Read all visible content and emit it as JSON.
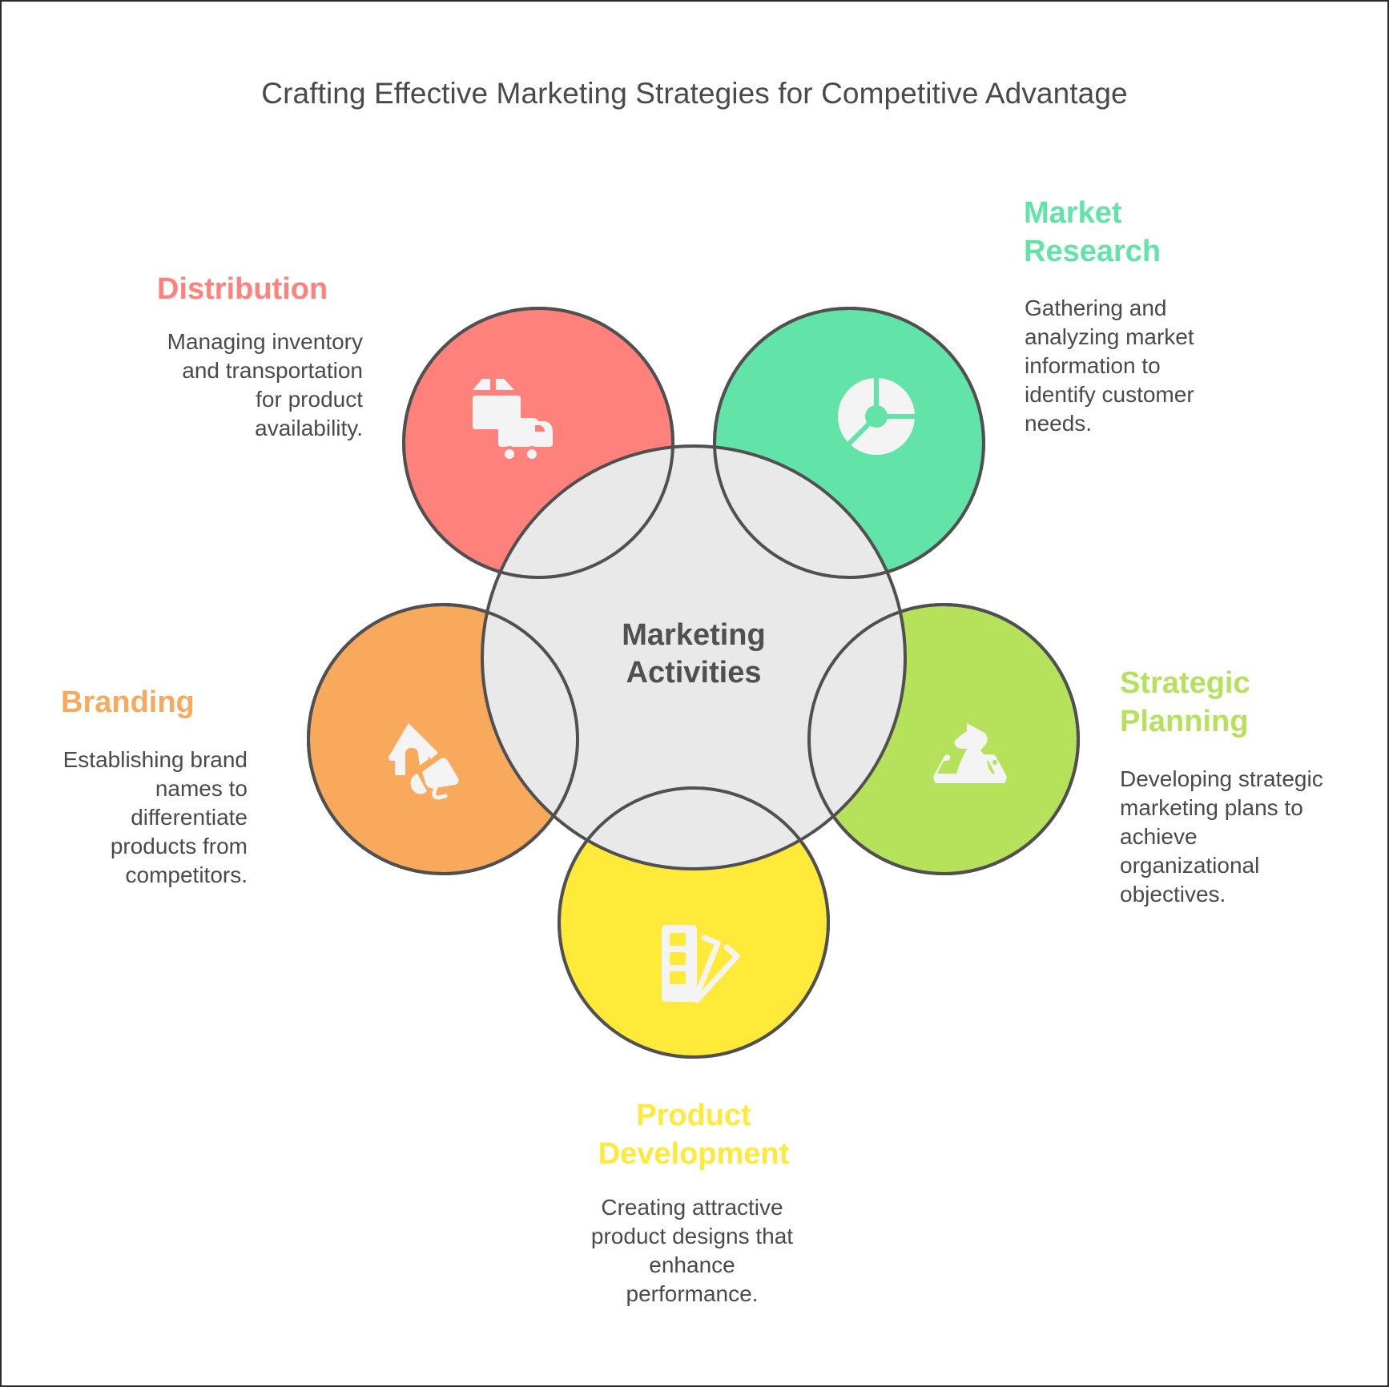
{
  "title": "Crafting Effective Marketing Strategies for Competitive Advantage",
  "center": {
    "label_lines": [
      "Marketing",
      "Activities"
    ],
    "fill": "#e9e9e9"
  },
  "items": [
    {
      "id": "distribution",
      "heading_lines": [
        "Distribution"
      ],
      "description_lines": [
        "Managing inventory",
        "and transportation",
        "for product",
        "availability."
      ],
      "color": "#ff817c",
      "icon": "box-truck-icon"
    },
    {
      "id": "market-research",
      "heading_lines": [
        "Market",
        "Research"
      ],
      "description_lines": [
        "Gathering and",
        "analyzing market",
        "information to",
        "identify customer",
        "needs."
      ],
      "color": "#62e3a8",
      "icon": "pie-chart-icon"
    },
    {
      "id": "strategic-planning",
      "heading_lines": [
        "Strategic",
        "Planning"
      ],
      "description_lines": [
        "Developing strategic",
        "marketing plans to",
        "achieve",
        "organizational",
        "objectives."
      ],
      "color": "#b6e25b",
      "icon": "chess-knight-board-icon"
    },
    {
      "id": "product-development",
      "heading_lines": [
        "Product",
        "Development"
      ],
      "description_lines": [
        "Creating attractive",
        "product designs that",
        "enhance",
        "performance."
      ],
      "color": "#ffea3a",
      "icon": "color-swatch-icon"
    },
    {
      "id": "branding",
      "heading_lines": [
        "Branding"
      ],
      "description_lines": [
        "Establishing brand",
        "names to",
        "differentiate",
        "products from",
        "competitors."
      ],
      "color": "#f8a95b",
      "icon": "house-megaphone-icon"
    }
  ],
  "colors": {
    "outline": "#505050",
    "icon": "#f4f4f4",
    "text": "#4a4a4a"
  }
}
